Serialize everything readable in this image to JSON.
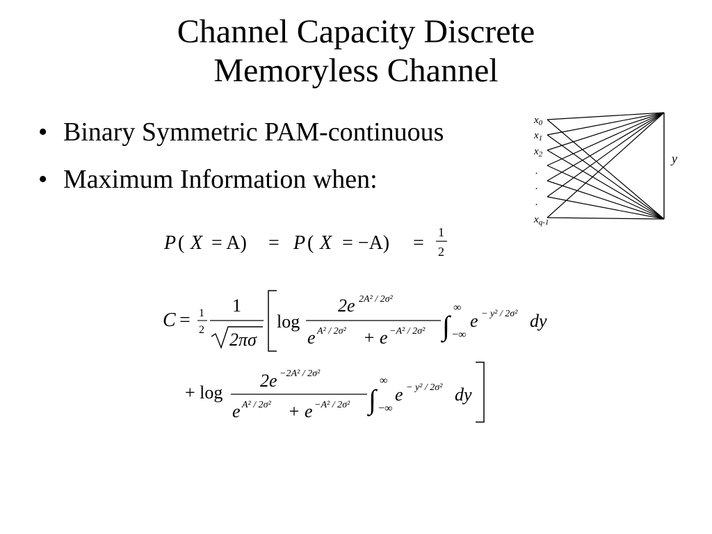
{
  "slide": {
    "title_line1": "Channel Capacity Discrete",
    "title_line2": "Memoryless Channel",
    "bullet_symbol": "•",
    "bullets": [
      {
        "text": "Binary Symmetric PAM-continuous"
      },
      {
        "text": "Maximum Information when:"
      }
    ]
  },
  "channel_diagram": {
    "inputs": [
      "x",
      "x",
      "x",
      ".",
      ".",
      ".",
      "x"
    ],
    "input_subscripts": [
      "0",
      "1",
      "2",
      "",
      "",
      "",
      "q-1"
    ],
    "output": "y"
  },
  "equations": {
    "prob": {
      "P": "P",
      "lp": "(",
      "X": "X",
      "eqA": "= A)",
      "eq": "=",
      "P2": "P",
      "lp2": "(",
      "X2": "X",
      "eqnegA": "= −A)",
      "eq2": "=",
      "num": "1",
      "den": "2"
    },
    "capacity": {
      "C": "C",
      "eq": "=",
      "half_num": "1",
      "half_den": "2",
      "frac_num": "1",
      "sqrt_body": "2πσ",
      "log": "log",
      "plus_log": "+ log",
      "num1": "2e",
      "num1_exp": "2A² / 2σ²",
      "num2": "2e",
      "num2_exp": "−2A² / 2σ²",
      "den_e1": "e",
      "den_exp1": "A² / 2σ²",
      "den_plus": "+ e",
      "den_exp2": "−A² / 2σ²",
      "int_upper": "∞",
      "int_lower": "−∞",
      "integral": "∫",
      "integrand_e": "e",
      "integrand_exp": "− y² / 2σ²",
      "dy": "dy"
    }
  }
}
